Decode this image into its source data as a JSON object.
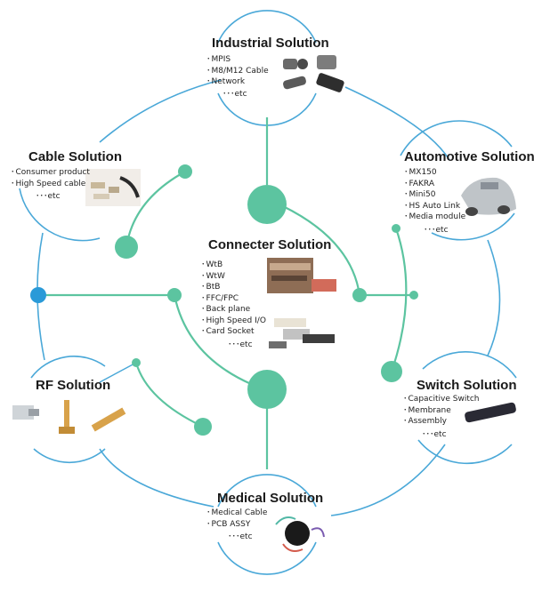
{
  "diagram": {
    "colors": {
      "line": "#4aa8d8",
      "green": "#5cc4a0",
      "blue": "#2a9ad8",
      "text": "#1a1a1a"
    },
    "hub": {
      "title": "Connecter Solution",
      "items": [
        "WtB",
        "WtW",
        "BtB",
        "FFC/FPC",
        "Back plane",
        "High Speed I/O",
        "Card Socket"
      ],
      "etc": "･･･etc"
    },
    "nodes": {
      "industrial": {
        "title": "Industrial Solution",
        "items": [
          "MPIS",
          "M8/M12 Cable",
          "Network"
        ],
        "etc": "･･･etc"
      },
      "cable": {
        "title": "Cable Solution",
        "items": [
          "Consumer product",
          "High Speed cable"
        ],
        "etc": "･･･etc"
      },
      "automotive": {
        "title": "Automotive Solution",
        "items": [
          "MX150",
          "FAKRA",
          "Mini50",
          "HS Auto Link",
          "Media module"
        ],
        "etc": "･･･etc"
      },
      "rf": {
        "title": "RF Solution",
        "items": [],
        "etc": ""
      },
      "switch": {
        "title": "Switch Solution",
        "items": [
          "Capacitive Switch",
          "Membrane",
          "Assembly"
        ],
        "etc": "･･･etc"
      },
      "medical": {
        "title": "Medical Solution",
        "items": [
          "Medical Cable",
          "PCB ASSY"
        ],
        "etc": "･･･etc"
      }
    },
    "bullet": "･"
  }
}
